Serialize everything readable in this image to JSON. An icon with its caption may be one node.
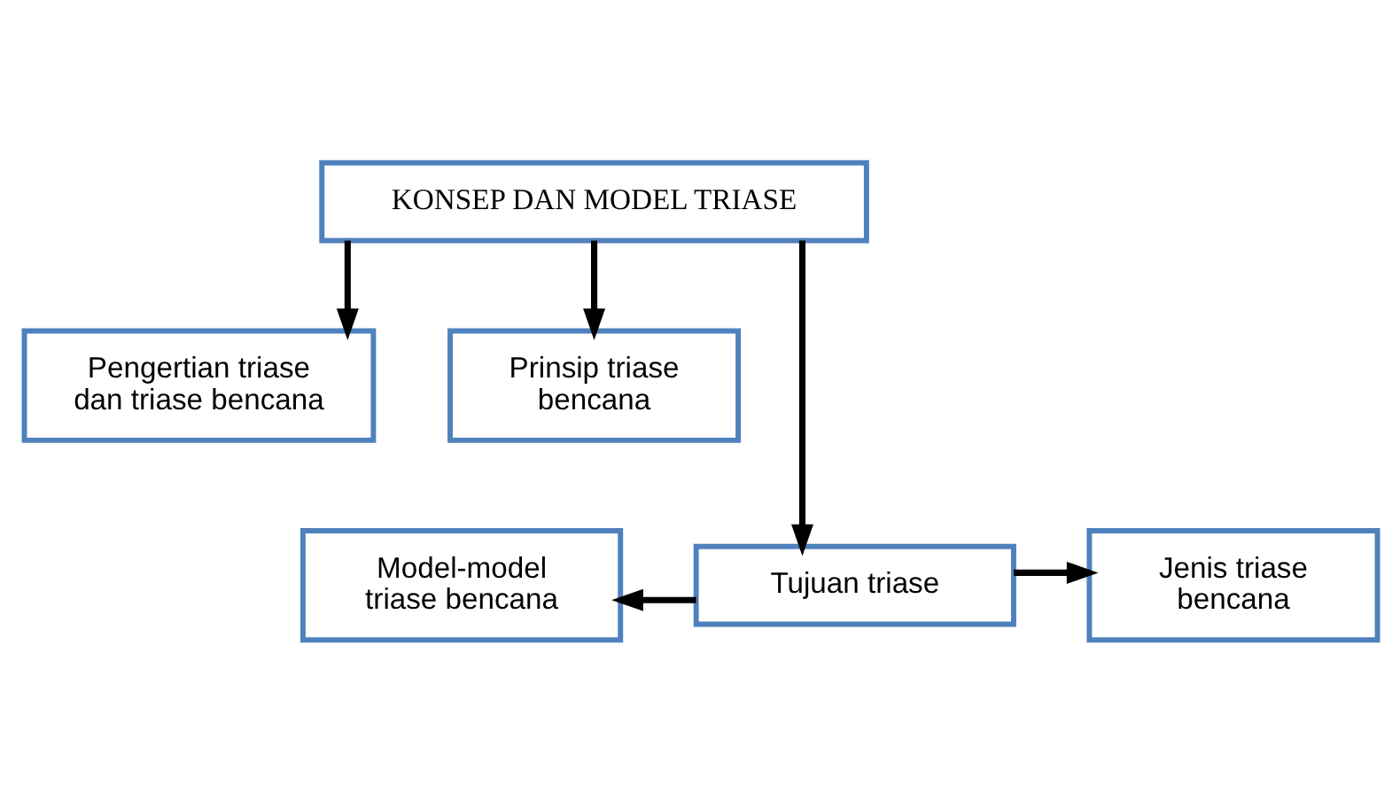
{
  "diagram": {
    "nodes": [
      {
        "text": [
          "KONSEP DAN MODEL TRIASE"
        ]
      },
      {
        "text": [
          "Pengertian triase dan triase bencana"
        ]
      },
      {
        "text": [
          "Prinsip triase bencana"
        ]
      },
      {
        "text": [
          "Model-model triase bencana"
        ]
      },
      {
        "text": [
          "Tujuan triase"
        ]
      },
      {
        "text": [
          "Jenis triase bencana"
        ]
      }
    ],
    "edges": [
      {
        "from": 0,
        "to": 1,
        "arrow": "to"
      },
      {
        "from": 0,
        "to": 2,
        "arrow": "to"
      },
      {
        "from": 0,
        "to": 4,
        "arrow": "to"
      },
      {
        "from": 4,
        "to": 3,
        "arrow": "to"
      },
      {
        "from": 4,
        "to": 5,
        "arrow": "to"
      }
    ]
  }
}
